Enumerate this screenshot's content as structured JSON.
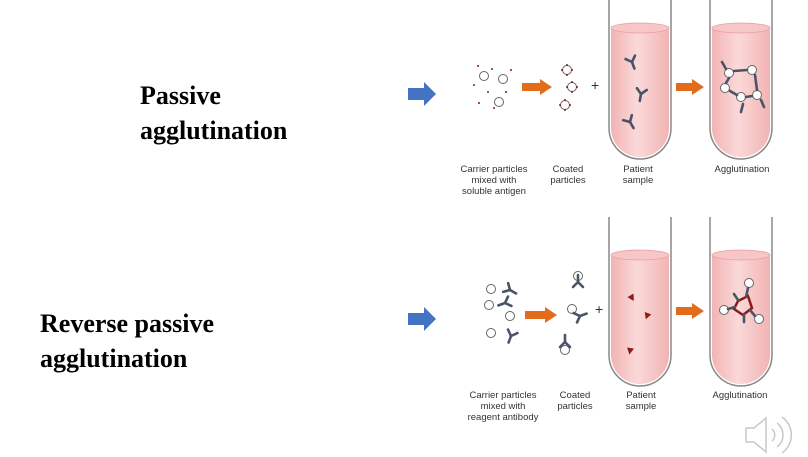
{
  "sections": [
    {
      "title_lines": [
        "Passive",
        "agglutination"
      ],
      "captions": [
        [
          "Carrier particles",
          "mixed with",
          "soluble antigen"
        ],
        [
          "Coated",
          "particles"
        ],
        [
          "Patient",
          "sample"
        ],
        [
          "Agglutination"
        ]
      ],
      "plus_sign": "+"
    },
    {
      "title_lines": [
        "Reverse passive",
        "agglutination"
      ],
      "captions": [
        [
          "Carrier particles",
          "mixed with",
          "reagent antibody"
        ],
        [
          "Coated",
          "particles"
        ],
        [
          "Patient",
          "sample"
        ],
        [
          "Agglutination"
        ]
      ],
      "plus_sign": "+"
    }
  ],
  "colors": {
    "heading": "#000000",
    "blue_arrow": "#4472c4",
    "orange_arrow": "#e36c1c",
    "tube_liquid": "#f7c6c6",
    "antigen": "#8b1a1a",
    "antibody": "#4a5468",
    "caption": "#333333"
  },
  "icons": [
    "right-arrow-icon",
    "speaker-icon"
  ]
}
